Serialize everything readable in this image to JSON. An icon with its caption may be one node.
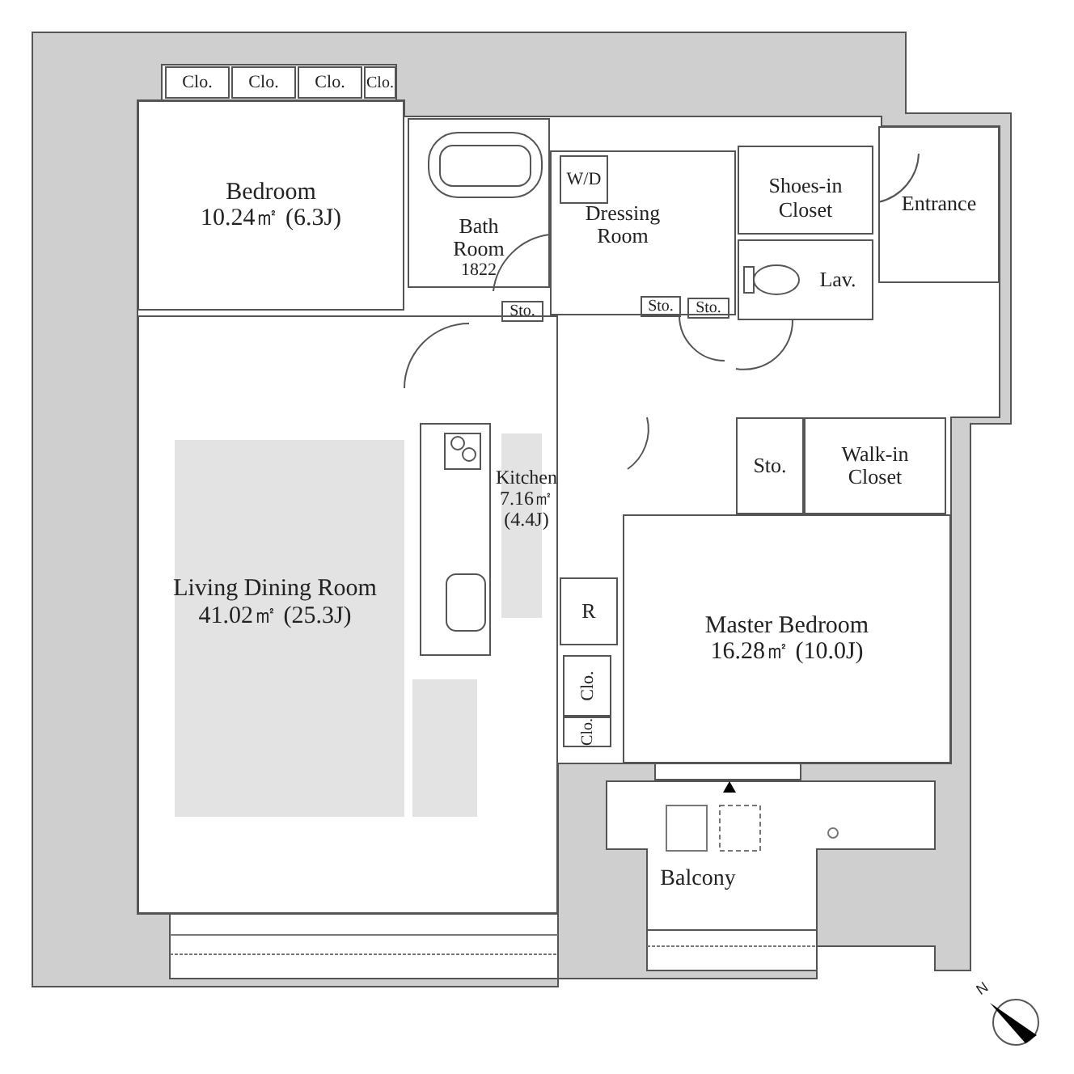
{
  "diagram": {
    "nodes": [
      {
        "text": [
          "Clo."
        ]
      },
      {
        "text": [
          "Clo."
        ]
      },
      {
        "text": [
          "Clo."
        ]
      },
      {
        "text": [
          "Clo."
        ]
      },
      {
        "text": [
          "Bedroom",
          "10.24㎡ (6.3J)"
        ]
      },
      {
        "text": [
          "Bath Room",
          "1822"
        ]
      },
      {
        "text": [
          "Dressing Room"
        ]
      },
      {
        "text": [
          "W/D"
        ],
        "in": 6
      },
      {
        "text": [
          "Sto."
        ],
        "in": 6
      },
      {
        "text": [
          "Sto."
        ]
      },
      {
        "text": [
          "Shoes-in Closet"
        ]
      },
      {
        "text": [
          "Entrance"
        ]
      },
      {
        "text": [
          "Lav."
        ]
      },
      {
        "text": [
          "Sto."
        ]
      },
      {
        "text": [
          "Living Dining Room",
          "41.02㎡ (25.3J)"
        ]
      },
      {
        "text": [
          "Kitchen",
          "7.16㎡",
          "(4.4J)"
        ],
        "in": 14
      },
      {
        "text": [
          "Sto."
        ]
      },
      {
        "text": [
          "Walk-in Closet"
        ]
      },
      {
        "text": [
          "R"
        ]
      },
      {
        "text": [
          "Master Bedroom",
          "16.28㎡ (10.0J)"
        ]
      },
      {
        "text": [
          "Clo."
        ]
      },
      {
        "text": [
          "Clo."
        ]
      },
      {
        "text": [
          "Balcony"
        ]
      }
    ],
    "labels": [
      "N"
    ]
  }
}
